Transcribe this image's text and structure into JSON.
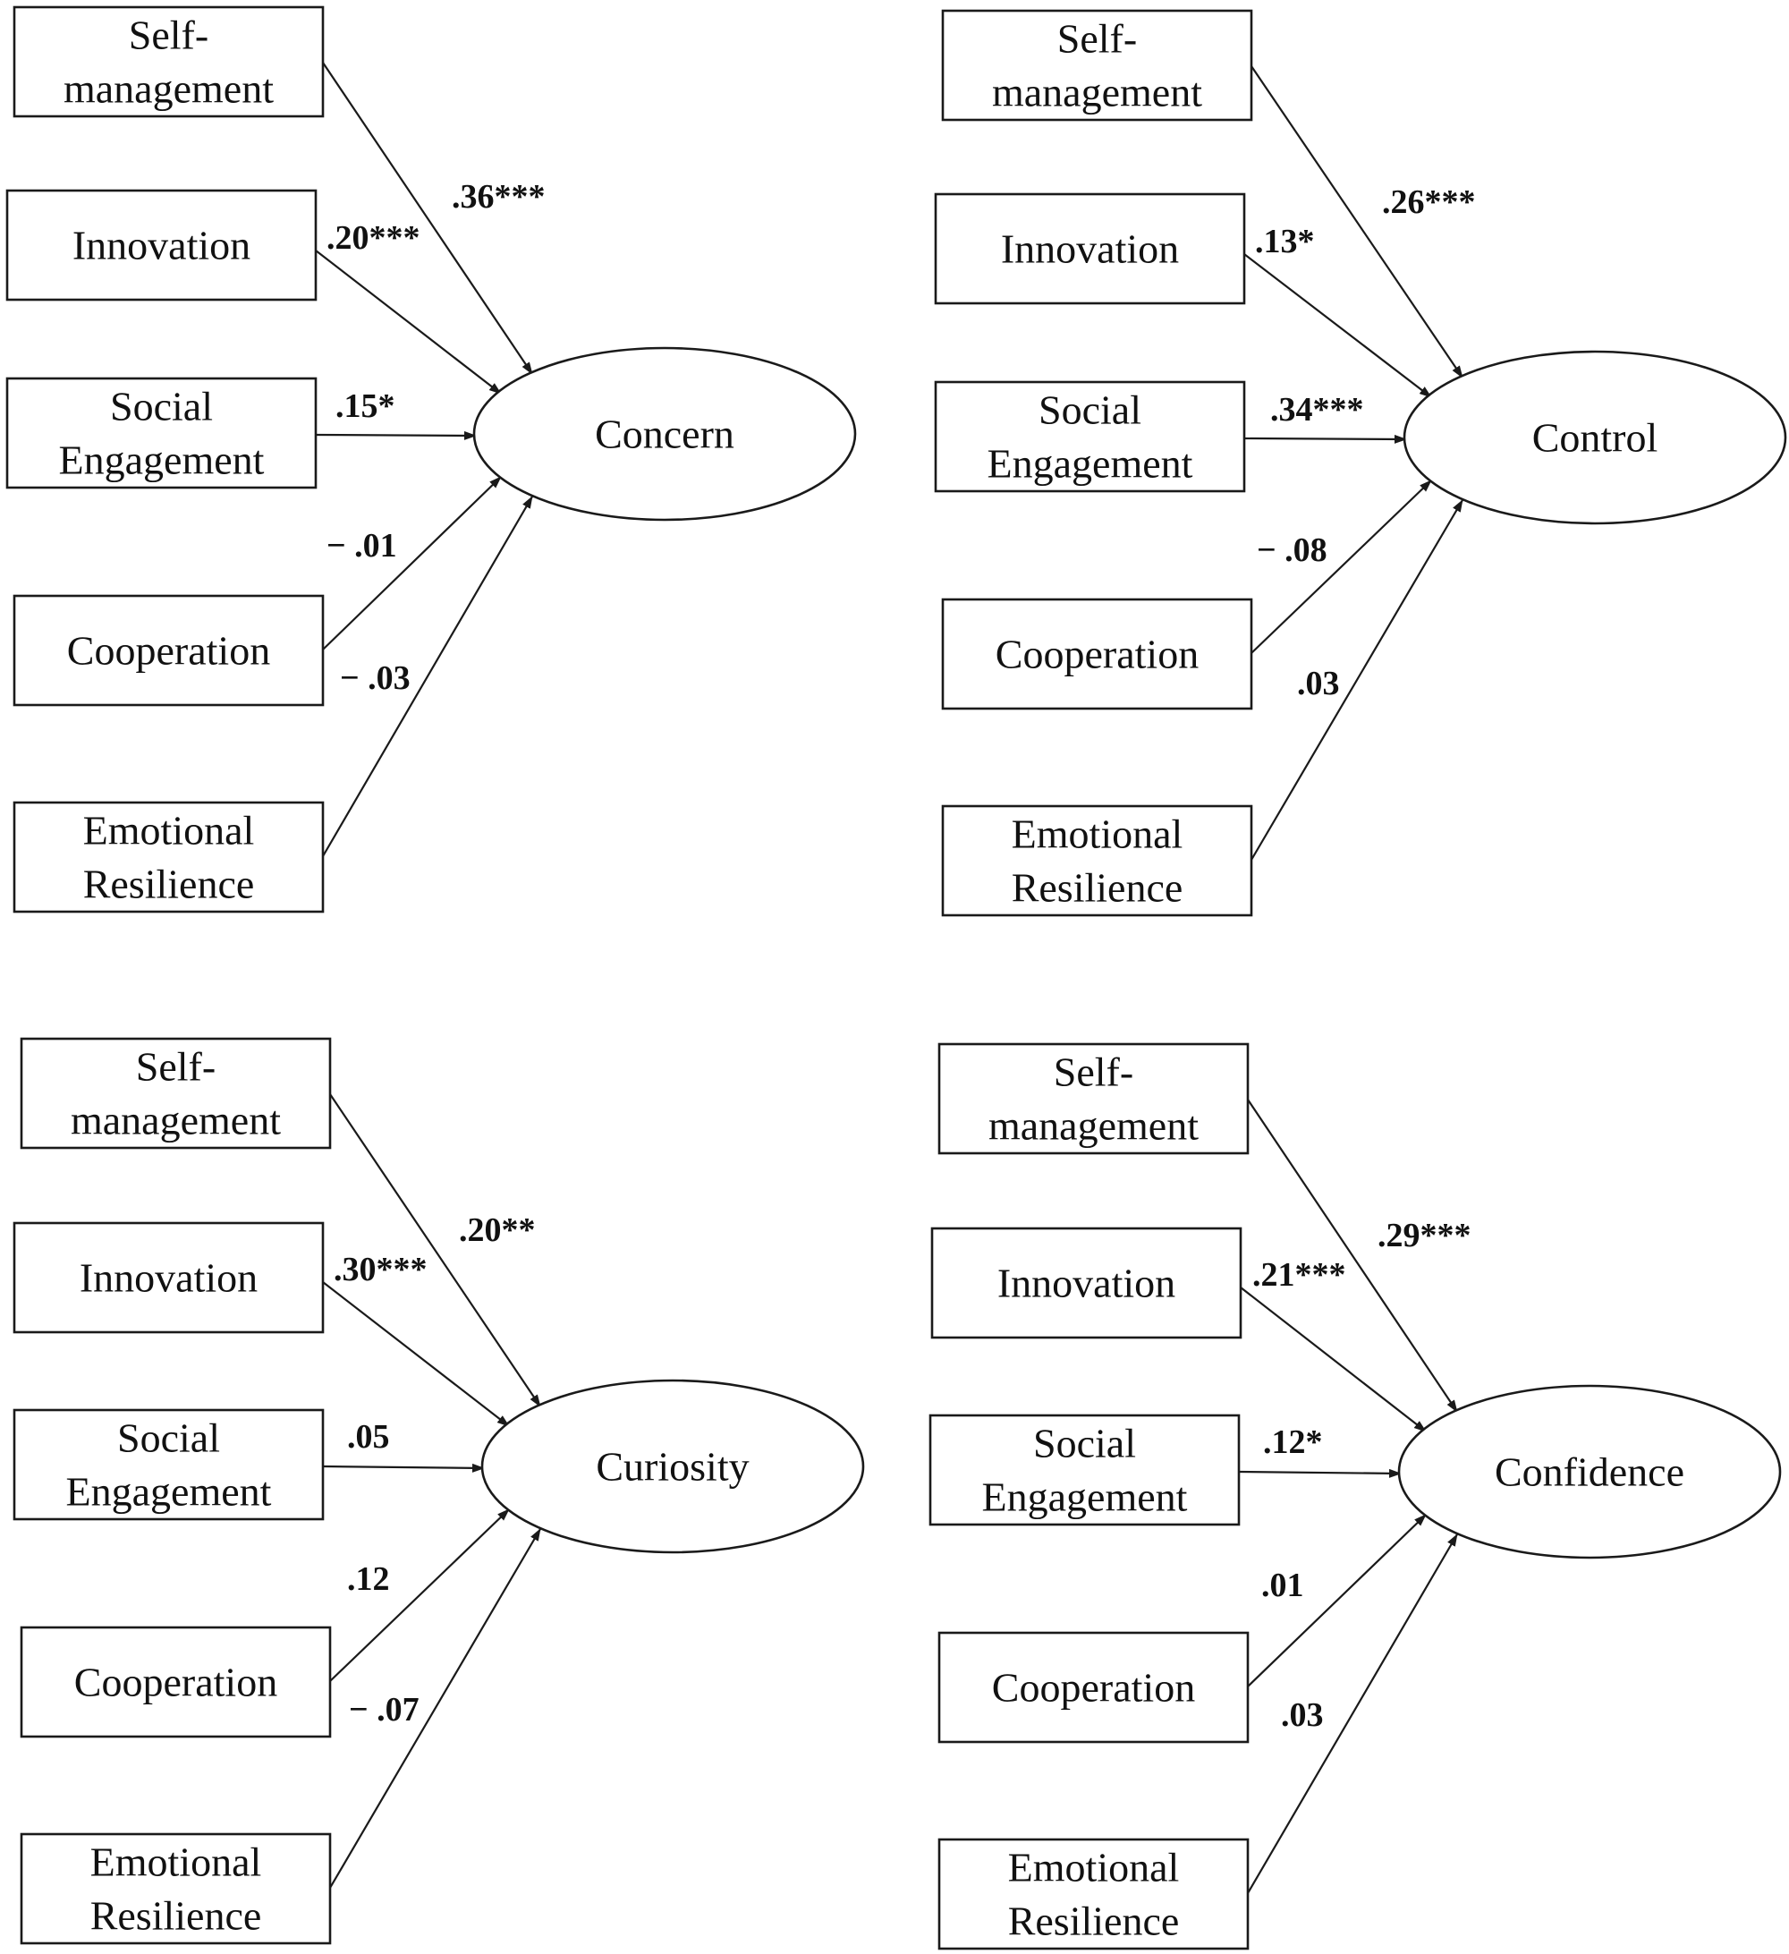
{
  "panels": [
    {
      "outcome": "Concern",
      "predictors": [
        {
          "lines": [
            "Self-",
            "management"
          ],
          "coef": ".36***"
        },
        {
          "lines": [
            "Innovation"
          ],
          "coef": ".20***"
        },
        {
          "lines": [
            "Social",
            "Engagement"
          ],
          "coef": ".15*"
        },
        {
          "lines": [
            "Cooperation"
          ],
          "coef": "− .01"
        },
        {
          "lines": [
            "Emotional",
            "Resilience"
          ],
          "coef": "− .03"
        }
      ]
    },
    {
      "outcome": "Control",
      "predictors": [
        {
          "lines": [
            "Self-",
            "management"
          ],
          "coef": ".26***"
        },
        {
          "lines": [
            "Innovation"
          ],
          "coef": ".13*"
        },
        {
          "lines": [
            "Social",
            "Engagement"
          ],
          "coef": ".34***"
        },
        {
          "lines": [
            "Cooperation"
          ],
          "coef": "− .08"
        },
        {
          "lines": [
            "Emotional",
            "Resilience"
          ],
          "coef": ".03"
        }
      ]
    },
    {
      "outcome": "Curiosity",
      "predictors": [
        {
          "lines": [
            "Self-",
            "management"
          ],
          "coef": ".20**"
        },
        {
          "lines": [
            "Innovation"
          ],
          "coef": ".30***"
        },
        {
          "lines": [
            "Social",
            "Engagement"
          ],
          "coef": ".05"
        },
        {
          "lines": [
            "Cooperation"
          ],
          "coef": ".12"
        },
        {
          "lines": [
            "Emotional",
            "Resilience"
          ],
          "coef": "− .07"
        }
      ]
    },
    {
      "outcome": "Confidence",
      "predictors": [
        {
          "lines": [
            "Self-",
            "management"
          ],
          "coef": ".29***"
        },
        {
          "lines": [
            "Innovation"
          ],
          "coef": ".21***"
        },
        {
          "lines": [
            "Social",
            "Engagement"
          ],
          "coef": ".12*"
        },
        {
          "lines": [
            "Cooperation"
          ],
          "coef": ".01"
        },
        {
          "lines": [
            "Emotional",
            "Resilience"
          ],
          "coef": ".03"
        }
      ]
    }
  ]
}
